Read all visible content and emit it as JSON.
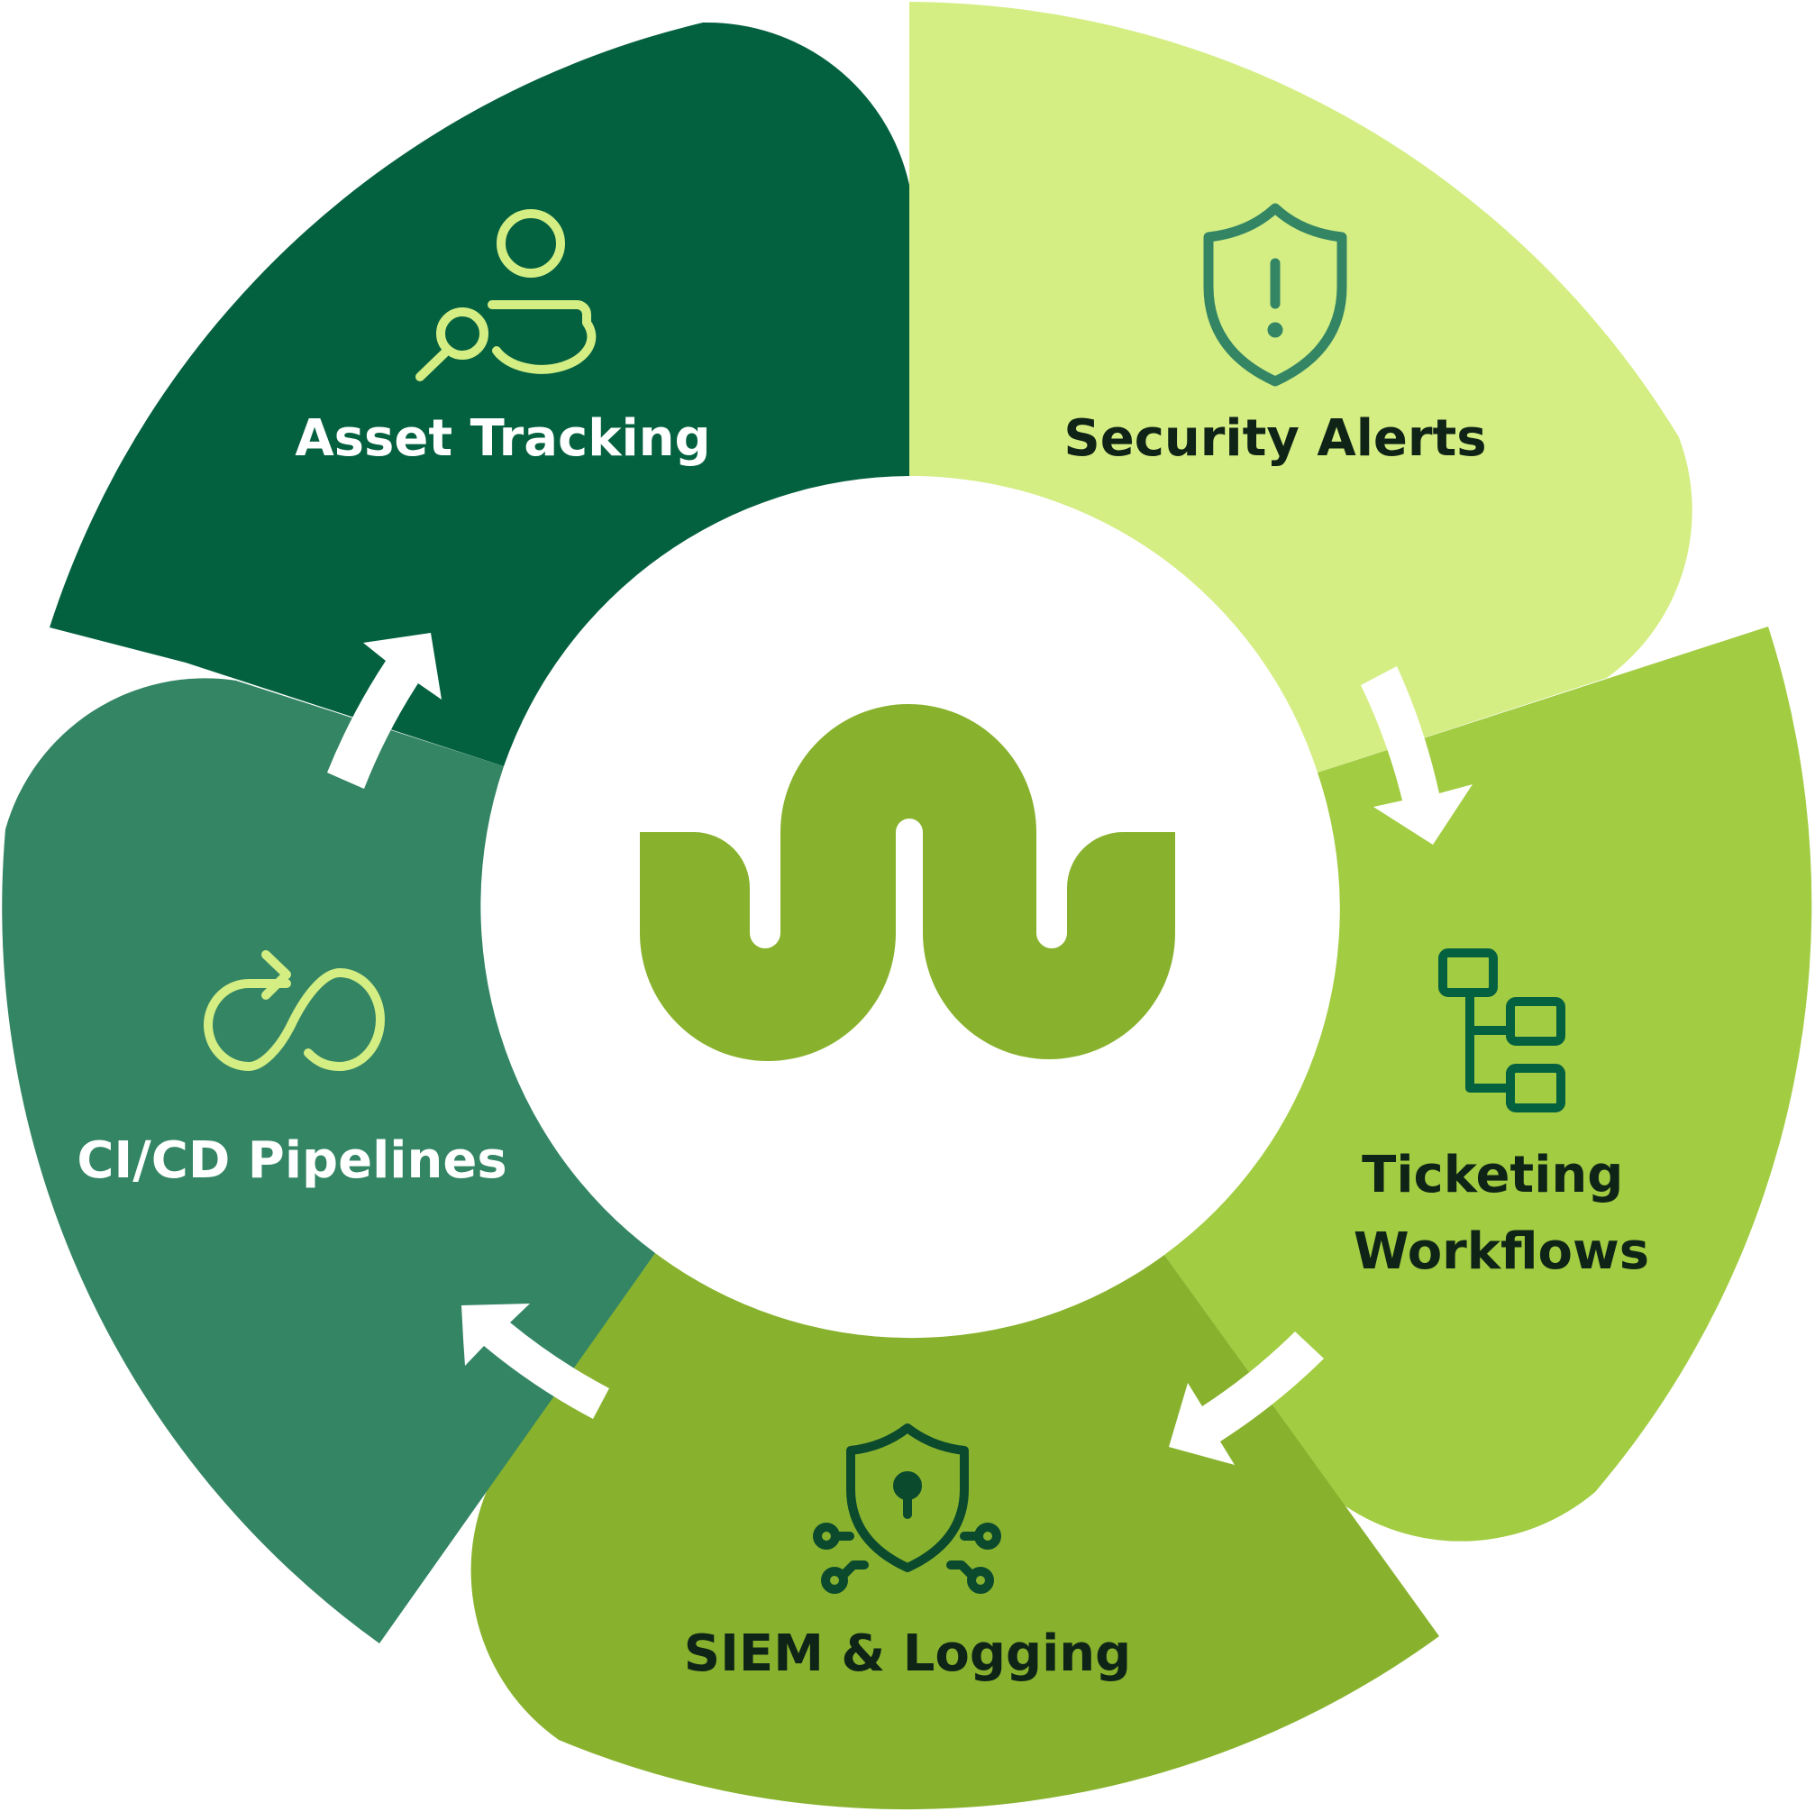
{
  "diagram": {
    "segments": [
      {
        "key": "asset-tracking",
        "label": "Asset Tracking",
        "color": "#046140",
        "text_color": "#ffffff",
        "icon": "person-search-icon",
        "icon_color": "#d4ee84"
      },
      {
        "key": "security-alerts",
        "label": "Security Alerts",
        "color": "#d4ee84",
        "text_color": "#0f2417",
        "icon": "shield-alert-icon",
        "icon_color": "#338564"
      },
      {
        "key": "ticketing-workflows",
        "label_lines": [
          "Ticketing",
          "Workflows"
        ],
        "color": "#a2cc42",
        "text_color": "#0f2417",
        "icon": "workflow-tree-icon",
        "icon_color": "#046140"
      },
      {
        "key": "siem-logging",
        "label": "SIEM & Logging",
        "color": "#88b22e",
        "text_color": "#0f2417",
        "icon": "shield-lock-network-icon",
        "icon_color": "#0b4a2c"
      },
      {
        "key": "ci-cd-pipelines",
        "label": "CI/CD Pipelines",
        "color": "#338564",
        "text_color": "#ffffff",
        "icon": "infinity-loop-icon",
        "icon_color": "#d4ee84"
      }
    ],
    "center_logo": {
      "icon": "brand-logo-icon",
      "color": "#88b22e"
    },
    "arrow_color": "#ffffff",
    "background": "#ffffff"
  }
}
